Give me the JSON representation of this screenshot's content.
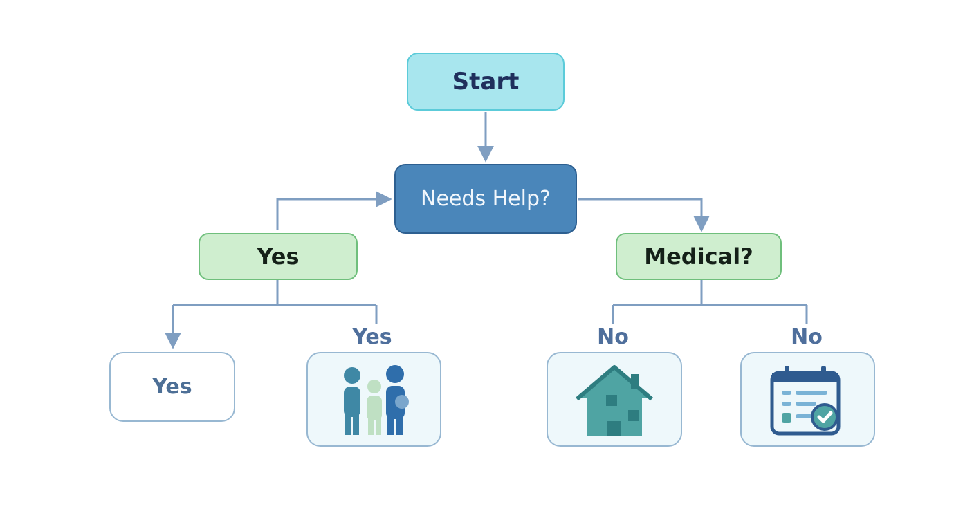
{
  "diagram": {
    "start": "Start",
    "decision": "Needs Help?",
    "left_branch": "Yes",
    "right_branch": "Medical?",
    "leaves": {
      "leaf1_text": "Yes",
      "leaf2_label": "Yes",
      "leaf3_label": "No",
      "leaf4_label": "No"
    },
    "icons": {
      "leaf2": "family-icon",
      "leaf3": "house-icon",
      "leaf4": "calendar-check-icon"
    },
    "colors": {
      "start_fill": "#a8e6ee",
      "decision_fill": "#4a86ba",
      "branch_fill": "#cfeecf",
      "connector": "#7f9ec1",
      "leaf_fill": "#eef8fb"
    }
  }
}
